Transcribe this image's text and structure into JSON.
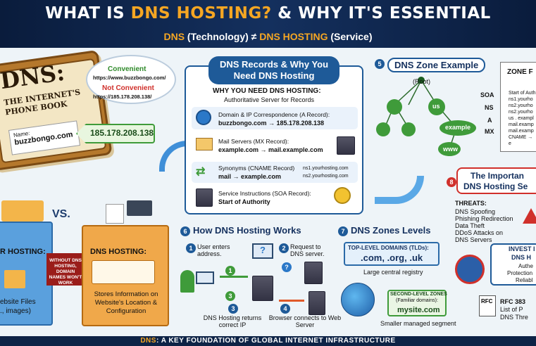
{
  "header": {
    "title_part1": "WHAT IS ",
    "title_hl": "DNS HOSTING?",
    "title_part2": " & WHY IT'S ESSENTIAL",
    "subtitle_part1": "DNS",
    "subtitle_part2": " (Technology) ≠ ",
    "subtitle_part3": "DNS HOSTING",
    "subtitle_part4": " (Service)"
  },
  "book": {
    "title": "DNS:",
    "subtitle": "THE INTERNET'S PHONE BOOK",
    "name_label": "Name:",
    "name_value": "buzzbongo.com",
    "ip": "185.178.208.138"
  },
  "bubble": {
    "convenient": "Convenient",
    "convenient_url": "https://www.buzzbongo.com/",
    "not_convenient": "Not Convenient",
    "not_convenient_url": "https://185.178.208.138/"
  },
  "compare": {
    "vs": "VS.",
    "left_title": "R HOSTING:",
    "left_line1": "ebsite Files",
    "left_line2": "., images)",
    "arrow_text": "WITHOUT DNS HOSTING, DOMAIN NAMES WON'T WORK",
    "right_title": "DNS HOSTING:",
    "right_desc": "Stores Information on Website's Location & Configuration"
  },
  "records": {
    "title": "DNS Records & Why You Need DNS Hosting",
    "why": "WHY YOU NEED DNS HOSTING:",
    "why_sub": "Authoritative Server for Records",
    "items": [
      {
        "label": "Domain & IP Correspondence (A Record):",
        "value": "buzzbongo.com → 185.178.208.138"
      },
      {
        "label": "Mail Servers (MX Record):",
        "value": "example.com → mail.example.com"
      },
      {
        "label": "Synonyms (CNAME Record)",
        "value": "mail → example.com"
      },
      {
        "label": "Service Instructions (SOA Record):",
        "value": "Start of Authority"
      }
    ],
    "ns1": "ns1.yourhosting.com",
    "ns2": "ns2.yourhosting.com"
  },
  "zone": {
    "num": "5",
    "title": "DNS Zone Example",
    "root": "(Root)",
    "us": "us",
    "example": "example",
    "www": "www",
    "file_title": "ZONE F",
    "types": [
      "SOA",
      "NS",
      "A",
      "MX"
    ],
    "lines": [
      "Start of Auth",
      "ns1.yourho",
      "ns2.yourho",
      "ns2.yourho",
      "us . exampl",
      "mail.examp",
      "mail.examp",
      "CNAME → e"
    ]
  },
  "works": {
    "num": "6",
    "title": "How DNS Hosting Works",
    "steps": [
      {
        "n": "1",
        "text": "User enters address."
      },
      {
        "n": "2",
        "text": "Request to DNS server."
      },
      {
        "n": "3",
        "text": "DNS Hosting returns correct IP"
      },
      {
        "n": "4",
        "text": "Browser connects to Web Server"
      }
    ]
  },
  "levels": {
    "num": "7",
    "title": "DNS Zones Levels",
    "tld_title": "TOP-LEVEL DOMAINS (TLDs):",
    "tld_values": ".com, .org, .uk",
    "tld_desc": "Large central registry",
    "sld_title": "SECOND-LEVEL ZONES",
    "sld_sub": "(Familiar domains):",
    "sld_value": "mysite.com",
    "sld_desc": "Smaller managed segment"
  },
  "importance": {
    "num": "8",
    "title1": "The Importan",
    "title2": "DNS Hosting Se",
    "threats_title": "THREATS:",
    "threats": [
      "DNS Spoofing",
      "Phishing Redirection",
      "Data Theft",
      "DDoS Attacks on",
      "DNS Servers"
    ],
    "invest1": "INVEST I",
    "invest2": "DNS H",
    "invest3": "Authe",
    "invest4": "Protection",
    "invest5": "Reliabl",
    "rfc_icon": "RFC",
    "rfc1": "RFC 383",
    "rfc2": "List of P",
    "rfc3": "DNS Thre"
  },
  "footer": {
    "part1": "DNS",
    "part2": ": A KEY FOUNDATION OF GLOBAL INTERNET INFRASTRUCTURE"
  },
  "colors": {
    "accent": "#f5a623",
    "navy": "#0d2346",
    "blue": "#1e5a98",
    "green": "#3f9b3a",
    "red": "#d0302b"
  }
}
